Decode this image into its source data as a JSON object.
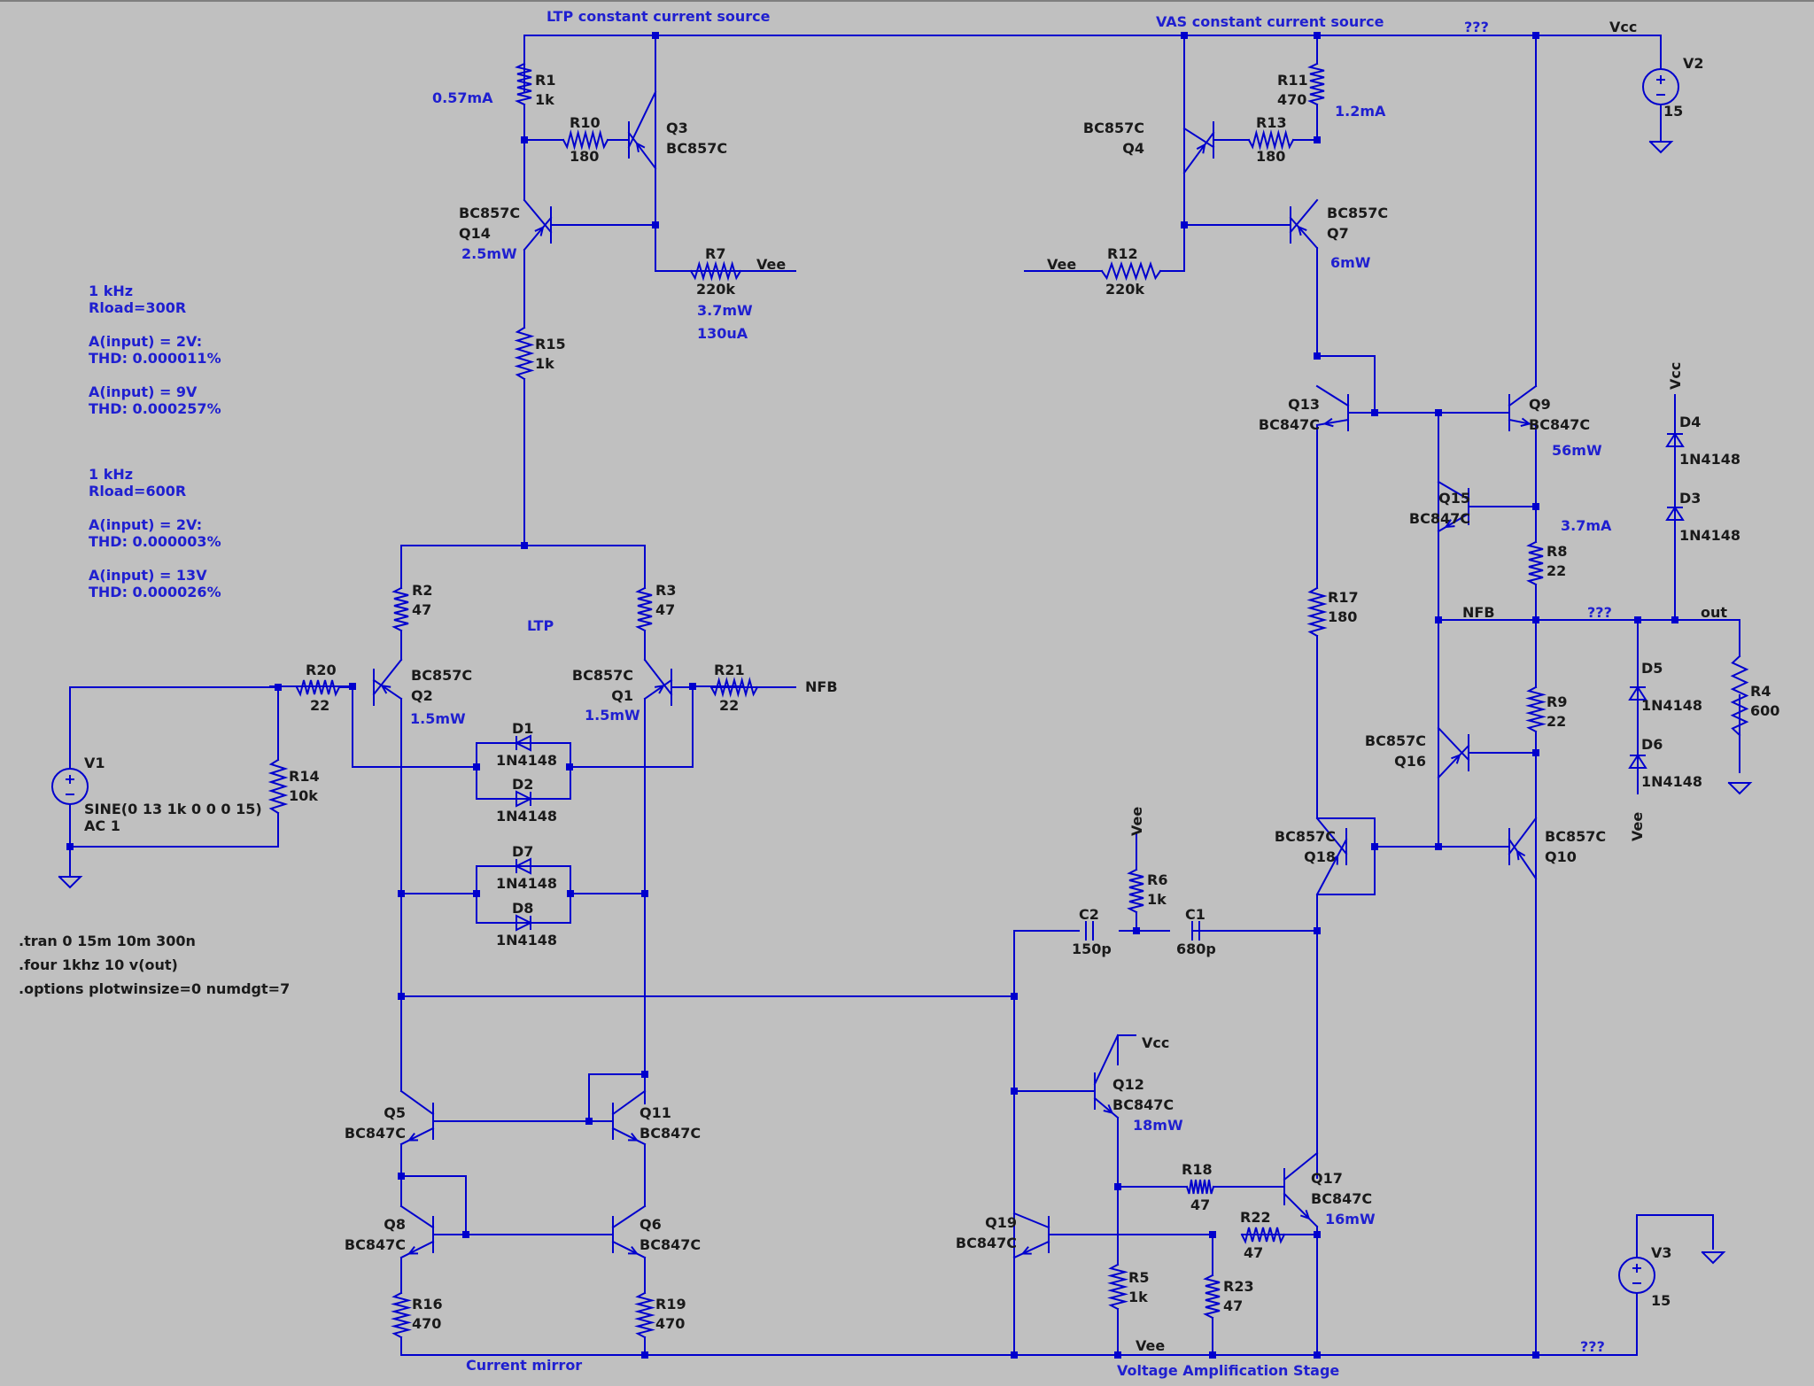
{
  "title_labels": {
    "ltp_source": "LTP constant current source",
    "vas_source": "VAS constant current source",
    "ltp": "LTP",
    "current_mirror": "Current mirror",
    "vas_stage": "Voltage Amplification Stage"
  },
  "nets": {
    "vcc": "Vcc",
    "vee": "Vee",
    "nfb": "NFB",
    "out": "out",
    "unknown": "???"
  },
  "notes": {
    "block1": [
      "1 kHz",
      "Rload=300R",
      "",
      "A(input) = 2V:",
      "THD:  0.000011%",
      "",
      "A(input) = 9V",
      "THD: 0.000257%"
    ],
    "block2": [
      "1 kHz",
      "Rload=600R",
      "",
      "A(input) = 2V:",
      "THD:  0.000003%",
      "",
      "A(input) = 13V",
      "THD: 0.000026%"
    ]
  },
  "directives": [
    ".tran 0 15m 10m 300n",
    ".four 1khz 10 v(out)",
    ".options plotwinsize=0 numdgt=7"
  ],
  "annotations": {
    "r1_current": "0.57mA",
    "q14_power": "2.5mW",
    "r7_power": "3.7mW",
    "r7_current": "130uA",
    "r11_current": "1.2mA",
    "q7_power": "6mW",
    "q9_power": "56mW",
    "r8_current": "3.7mA",
    "q2_power": "1.5mW",
    "q1_power": "1.5mW",
    "q12_power": "18mW",
    "q17_power": "16mW"
  },
  "resistors": [
    {
      "ref": "R1",
      "value": "1k"
    },
    {
      "ref": "R10",
      "value": "180"
    },
    {
      "ref": "R7",
      "value": "220k"
    },
    {
      "ref": "R15",
      "value": "1k"
    },
    {
      "ref": "R11",
      "value": "470"
    },
    {
      "ref": "R13",
      "value": "180"
    },
    {
      "ref": "R12",
      "value": "220k"
    },
    {
      "ref": "R2",
      "value": "47"
    },
    {
      "ref": "R3",
      "value": "47"
    },
    {
      "ref": "R20",
      "value": "22"
    },
    {
      "ref": "R21",
      "value": "22"
    },
    {
      "ref": "R14",
      "value": "10k"
    },
    {
      "ref": "R17",
      "value": "180"
    },
    {
      "ref": "R8",
      "value": "22"
    },
    {
      "ref": "R9",
      "value": "22"
    },
    {
      "ref": "R4",
      "value": "600"
    },
    {
      "ref": "R6",
      "value": "1k"
    },
    {
      "ref": "R18",
      "value": "47"
    },
    {
      "ref": "R22",
      "value": "47"
    },
    {
      "ref": "R5",
      "value": "1k"
    },
    {
      "ref": "R23",
      "value": "47"
    },
    {
      "ref": "R16",
      "value": "470"
    },
    {
      "ref": "R19",
      "value": "470"
    }
  ],
  "transistors": [
    {
      "ref": "Q3",
      "model": "BC857C"
    },
    {
      "ref": "Q14",
      "model": "BC857C"
    },
    {
      "ref": "Q4",
      "model": "BC857C"
    },
    {
      "ref": "Q7",
      "model": "BC857C"
    },
    {
      "ref": "Q13",
      "model": "BC847C"
    },
    {
      "ref": "Q9",
      "model": "BC847C"
    },
    {
      "ref": "Q15",
      "model": "BC847C"
    },
    {
      "ref": "Q16",
      "model": "BC857C"
    },
    {
      "ref": "Q2",
      "model": "BC857C"
    },
    {
      "ref": "Q1",
      "model": "BC857C"
    },
    {
      "ref": "Q18",
      "model": "BC857C"
    },
    {
      "ref": "Q10",
      "model": "BC857C"
    },
    {
      "ref": "Q12",
      "model": "BC847C"
    },
    {
      "ref": "Q17",
      "model": "BC847C"
    },
    {
      "ref": "Q19",
      "model": "BC847C"
    },
    {
      "ref": "Q5",
      "model": "BC847C"
    },
    {
      "ref": "Q11",
      "model": "BC847C"
    },
    {
      "ref": "Q8",
      "model": "BC847C"
    },
    {
      "ref": "Q6",
      "model": "BC847C"
    }
  ],
  "diodes": [
    {
      "ref": "D1",
      "model": "1N4148"
    },
    {
      "ref": "D2",
      "model": "1N4148"
    },
    {
      "ref": "D7",
      "model": "1N4148"
    },
    {
      "ref": "D8",
      "model": "1N4148"
    },
    {
      "ref": "D4",
      "model": "1N4148"
    },
    {
      "ref": "D3",
      "model": "1N4148"
    },
    {
      "ref": "D5",
      "model": "1N4148"
    },
    {
      "ref": "D6",
      "model": "1N4148"
    }
  ],
  "capacitors": [
    {
      "ref": "C2",
      "value": "150p"
    },
    {
      "ref": "C1",
      "value": "680p"
    }
  ],
  "sources": [
    {
      "ref": "V1",
      "value": "SINE(0 13 1k 0 0 0 15)",
      "extra": "AC 1"
    },
    {
      "ref": "V2",
      "value": "15"
    },
    {
      "ref": "V3",
      "value": "15"
    }
  ]
}
